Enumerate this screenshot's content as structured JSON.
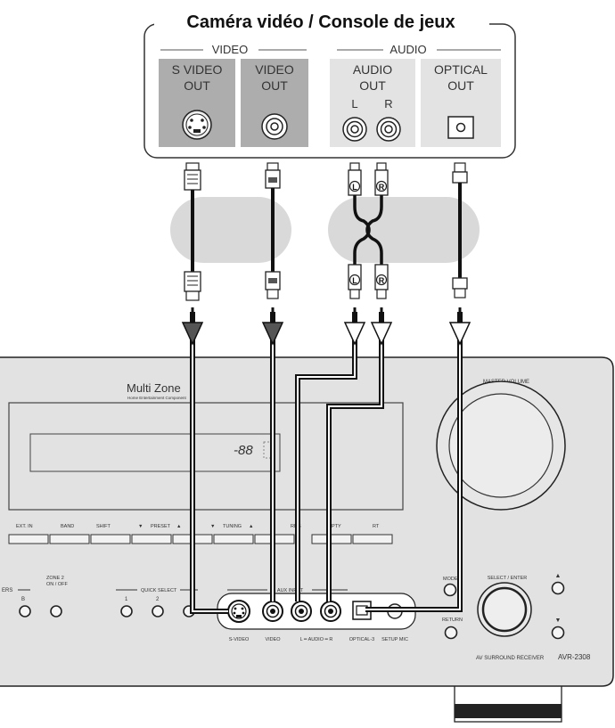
{
  "device": {
    "title": "Caméra vidéo / Console de jeux",
    "group_video": "VIDEO",
    "group_audio": "AUDIO",
    "svideo_out": [
      "S VIDEO",
      "OUT"
    ],
    "video_out": [
      "VIDEO",
      "OUT"
    ],
    "audio_out": [
      "AUDIO",
      "OUT"
    ],
    "audio_l": "L",
    "audio_r": "R",
    "optical_out": [
      "OPTICAL",
      "OUT"
    ]
  },
  "plugs": {
    "left": "L",
    "right": "R"
  },
  "receiver": {
    "brand": "Multi Zone",
    "brand_sub": "Home Entertainment Component",
    "display_text": "-88",
    "master_volume": "MASTER VOLUME",
    "buttons_top": [
      "EXT. IN",
      "BAND",
      "SHIFT",
      "▼",
      "PRESET",
      "▲",
      "▼",
      "TUNING",
      "▲",
      "RDS",
      "PTY",
      "RT"
    ],
    "speakers_label": "ERS",
    "b_label": "B",
    "zone2": [
      "ZONE 2",
      "ON / OFF"
    ],
    "quick_select": "QUICK SELECT",
    "qs_1": "1",
    "qs_2": "2",
    "vaux_input": "V. AUX INPUT",
    "svideo_jack": "S-VIDEO",
    "video_jack": "VIDEO",
    "audio_jack": "L ━ AUDIO ━ R",
    "optical3": "OPTICAL-3",
    "setup_mic": "SETUP MIC",
    "mode_label": "MODE",
    "return_label": "RETURN",
    "select_enter": "SELECT / ENTER",
    "arrow_up": "▲",
    "arrow_down": "▼",
    "model_label": "AV SURROUND RECEIVER",
    "model": "AVR-2308"
  }
}
